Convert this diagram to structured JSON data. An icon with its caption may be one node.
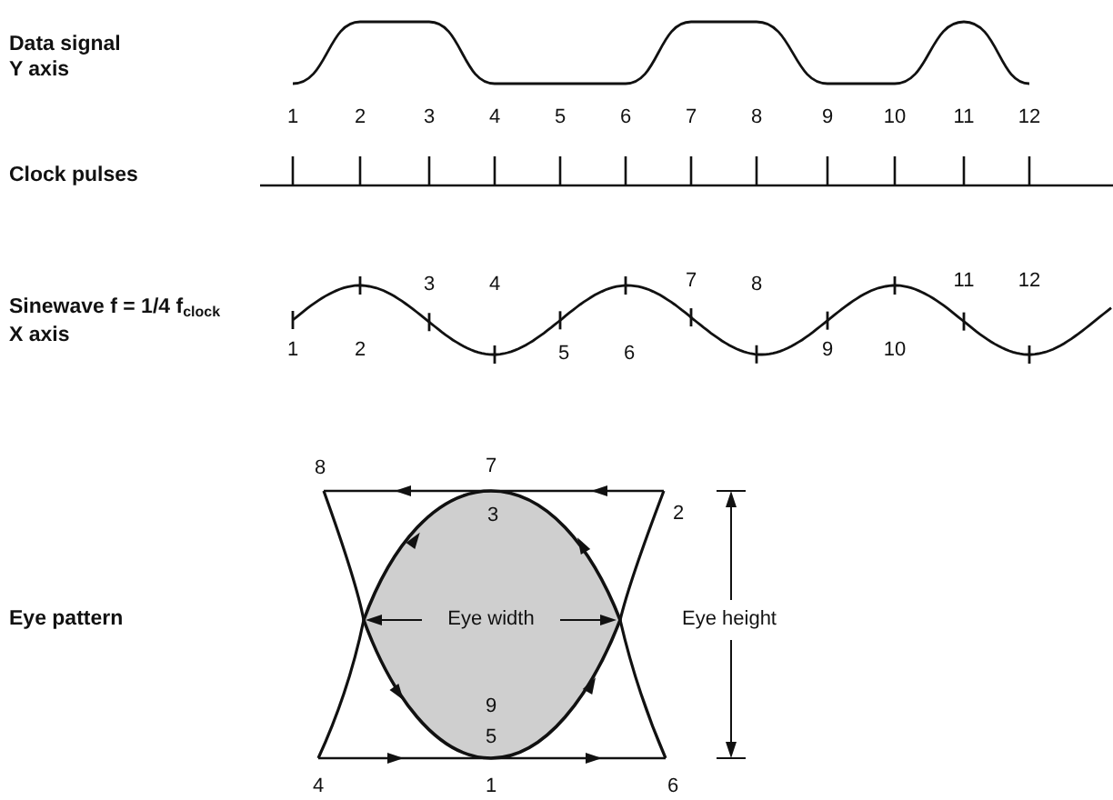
{
  "diagram": {
    "labels": [
      "Data signal",
      "Y axis",
      "1",
      "2",
      "3",
      "4",
      "5",
      "6",
      "7",
      "8",
      "9",
      "10",
      "11",
      "12",
      "Clock pulses",
      "3",
      "4",
      "7",
      "8",
      "11",
      "12",
      "Sinewave f = 1/4 f$_{clock}$",
      "X axis",
      "1",
      "2",
      "5",
      "6",
      "9",
      "10",
      "8",
      "7",
      "3",
      "2",
      "Eye pattern",
      "Eye width",
      "Eye height",
      "9",
      "5",
      "4",
      "1",
      "6"
    ]
  }
}
